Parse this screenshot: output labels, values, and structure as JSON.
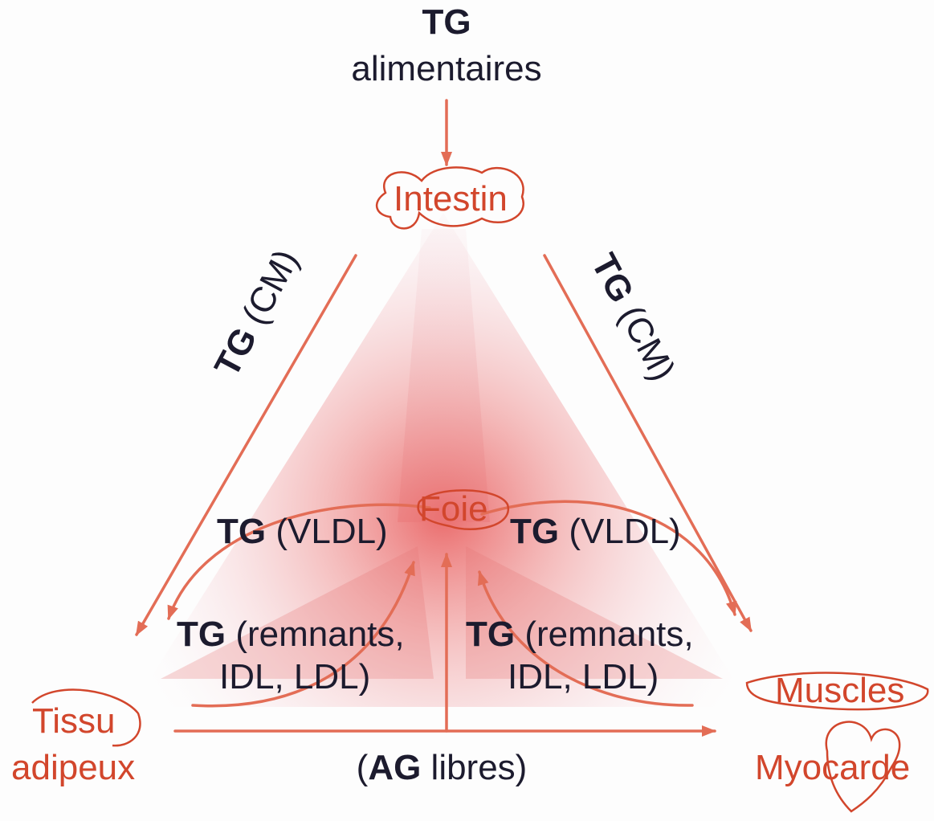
{
  "top": {
    "tg": "TG",
    "source": "alimentaires"
  },
  "organs": {
    "intestine": "Intestin",
    "liver": "Foie",
    "adipose": [
      "Tissu",
      "adipeux"
    ],
    "muscle": "Muscles",
    "myocardium": "Myocarde"
  },
  "left_side": {
    "tg": "TG",
    "carrier": "(CM)"
  },
  "right_side": {
    "tg": "TG",
    "carrier": "(CM)"
  },
  "vldl_left": {
    "tg": "TG",
    "carrier": "(VLDL)"
  },
  "vldl_right": {
    "tg": "TG",
    "carrier": "(VLDL)"
  },
  "remnants_left": {
    "tg": "TG",
    "line1": "(remnants,",
    "line2": "IDL, LDL)"
  },
  "remnants_right": {
    "tg": "TG",
    "line1": "(remnants,",
    "line2": "IDL, LDL)"
  },
  "bottom": {
    "open": "(",
    "ag": "AG",
    "rest": " libres)"
  },
  "colors": {
    "arrow": "#e36d56",
    "organ_text": "#d2462c",
    "text": "#1c1b2e",
    "glow": "#ea6e6e"
  }
}
